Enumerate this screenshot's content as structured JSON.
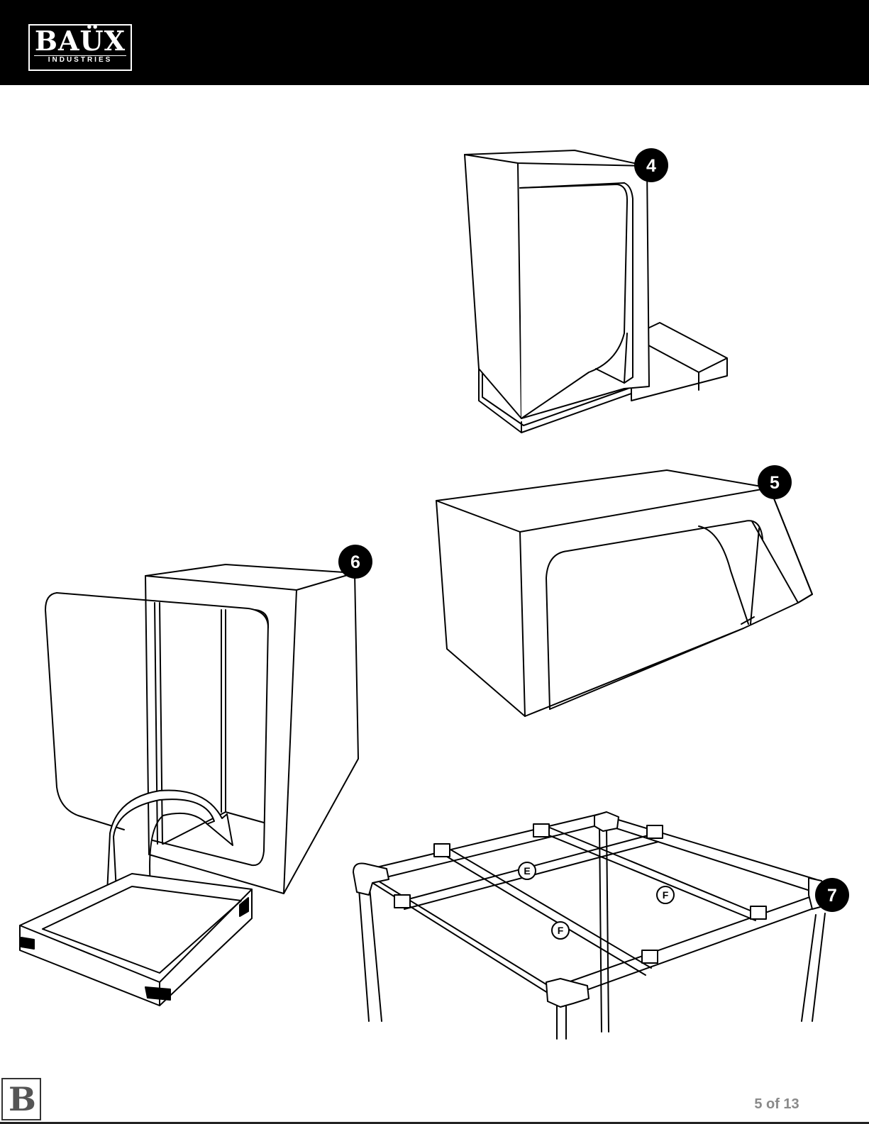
{
  "header": {
    "logo_main": "BAÜX",
    "logo_sub": "INDUSTRIES"
  },
  "steps": [
    {
      "number": "4"
    },
    {
      "number": "5"
    },
    {
      "number": "6"
    },
    {
      "number": "7"
    }
  ],
  "pipe_labels": [
    "E",
    "F",
    "F"
  ],
  "footer": {
    "brand_mark": "B",
    "page_number": "5 of 13"
  }
}
